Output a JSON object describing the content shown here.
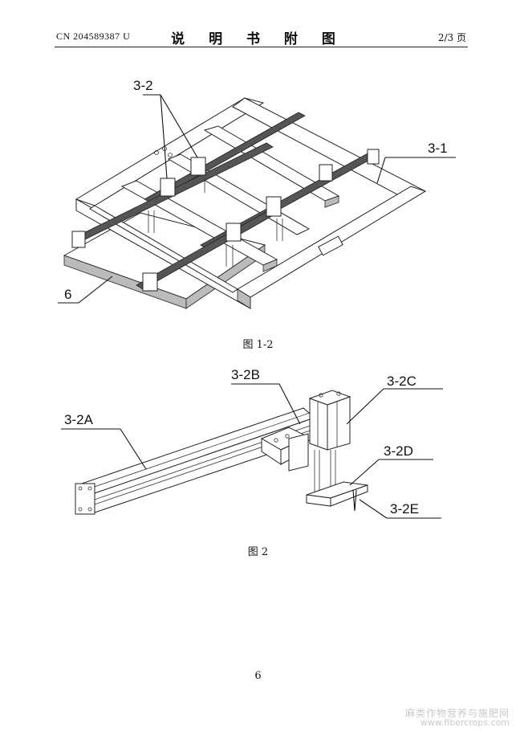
{
  "header": {
    "patent_no": "CN 204589387 U",
    "section_title": "说 明 书 附 图",
    "page_info": "2/3 页"
  },
  "figure1": {
    "caption": "图 1-2",
    "labels": {
      "l32": "3-2",
      "l31": "3-1",
      "l6": "6"
    }
  },
  "figure2": {
    "caption": "图 2",
    "labels": {
      "a": "3-2A",
      "b": "3-2B",
      "c": "3-2C",
      "d": "3-2D",
      "e": "3-2E"
    }
  },
  "footer": {
    "page_number": "6",
    "watermark_cn": "麻类作物营养与施肥网",
    "watermark_url": "www.fibercrops.com"
  }
}
